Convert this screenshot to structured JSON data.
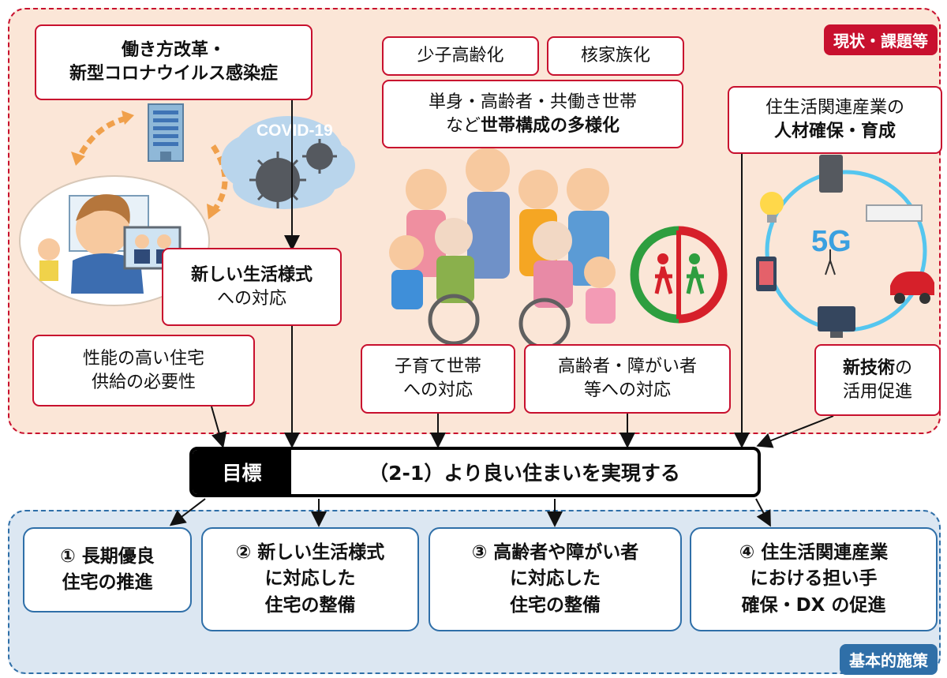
{
  "region_current": {
    "tag": "現状・課題等"
  },
  "region_policy": {
    "tag": "基本的施策"
  },
  "issues": {
    "work_style": {
      "line1": "働き方改革・",
      "line2": "新型コロナウイルス感染症"
    },
    "covid_label": "COVID-19",
    "declining_birthrate": "少子高齢化",
    "nuclear_family": "核家族化",
    "household": {
      "line1": "単身・高齢者・共働き世帯",
      "line2_pre": "など",
      "line2_bold": "世帯構成の多様化"
    },
    "industry_workers": {
      "line1": "住生活関連産業の",
      "line2": "人材確保・育成"
    },
    "network_label": "5G",
    "new_lifestyle": {
      "line1": "新しい生活様式",
      "line2": "への対応"
    },
    "high_performance": {
      "line1": "性能の高い住宅",
      "line2": "供給の必要性"
    },
    "childrearing": {
      "line1": "子育て世帯",
      "line2": "への対応"
    },
    "elderly_disabled": {
      "line1": "高齢者・障がい者",
      "line2": "等への対応"
    },
    "new_tech": {
      "line1_bold": "新技術",
      "line1_rest": "の",
      "line2": "活用促進"
    }
  },
  "goal": {
    "label": "目標",
    "text": "（2-1）より良い住まいを実現する"
  },
  "policies": [
    {
      "line1": "①  長期優良",
      "line2": "住宅の推進",
      "line3": ""
    },
    {
      "line1": "②  新しい生活様式",
      "line2": "に対応した",
      "line3": "住宅の整備"
    },
    {
      "line1": "③  高齢者や障がい者",
      "line2": "に対応した",
      "line3": "住宅の整備"
    },
    {
      "line1": "④  住生活関連産業",
      "line2": "における担い手",
      "line3": "確保・DX の促進"
    }
  ],
  "colors": {
    "accent_red": "#c8102e",
    "accent_blue": "#2f6fa8",
    "top_bg": "#fbe6d7",
    "bottom_bg": "#dce7f2"
  }
}
